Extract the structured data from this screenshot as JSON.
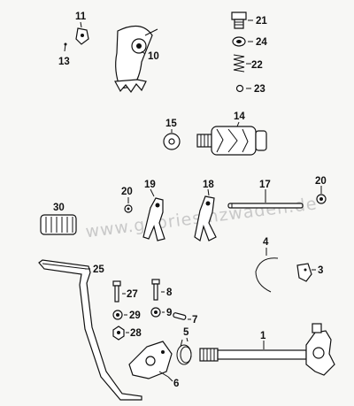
{
  "watermark": "www.gabriesmzwaden.de",
  "labels": {
    "p1": "1",
    "p3": "3",
    "p4": "4",
    "p5": "5",
    "p6": "6",
    "p7": "7",
    "p8": "8",
    "p9": "9",
    "p10": "10",
    "p11": "11",
    "p13": "13",
    "p14": "14",
    "p15": "15",
    "p17": "17",
    "p18": "18",
    "p19": "19",
    "p20a": "20",
    "p20b": "20",
    "p21": "21",
    "p22": "22",
    "p23": "23",
    "p24": "24",
    "p25": "25",
    "p27": "27",
    "p28": "28",
    "p29": "29",
    "p30": "30"
  }
}
